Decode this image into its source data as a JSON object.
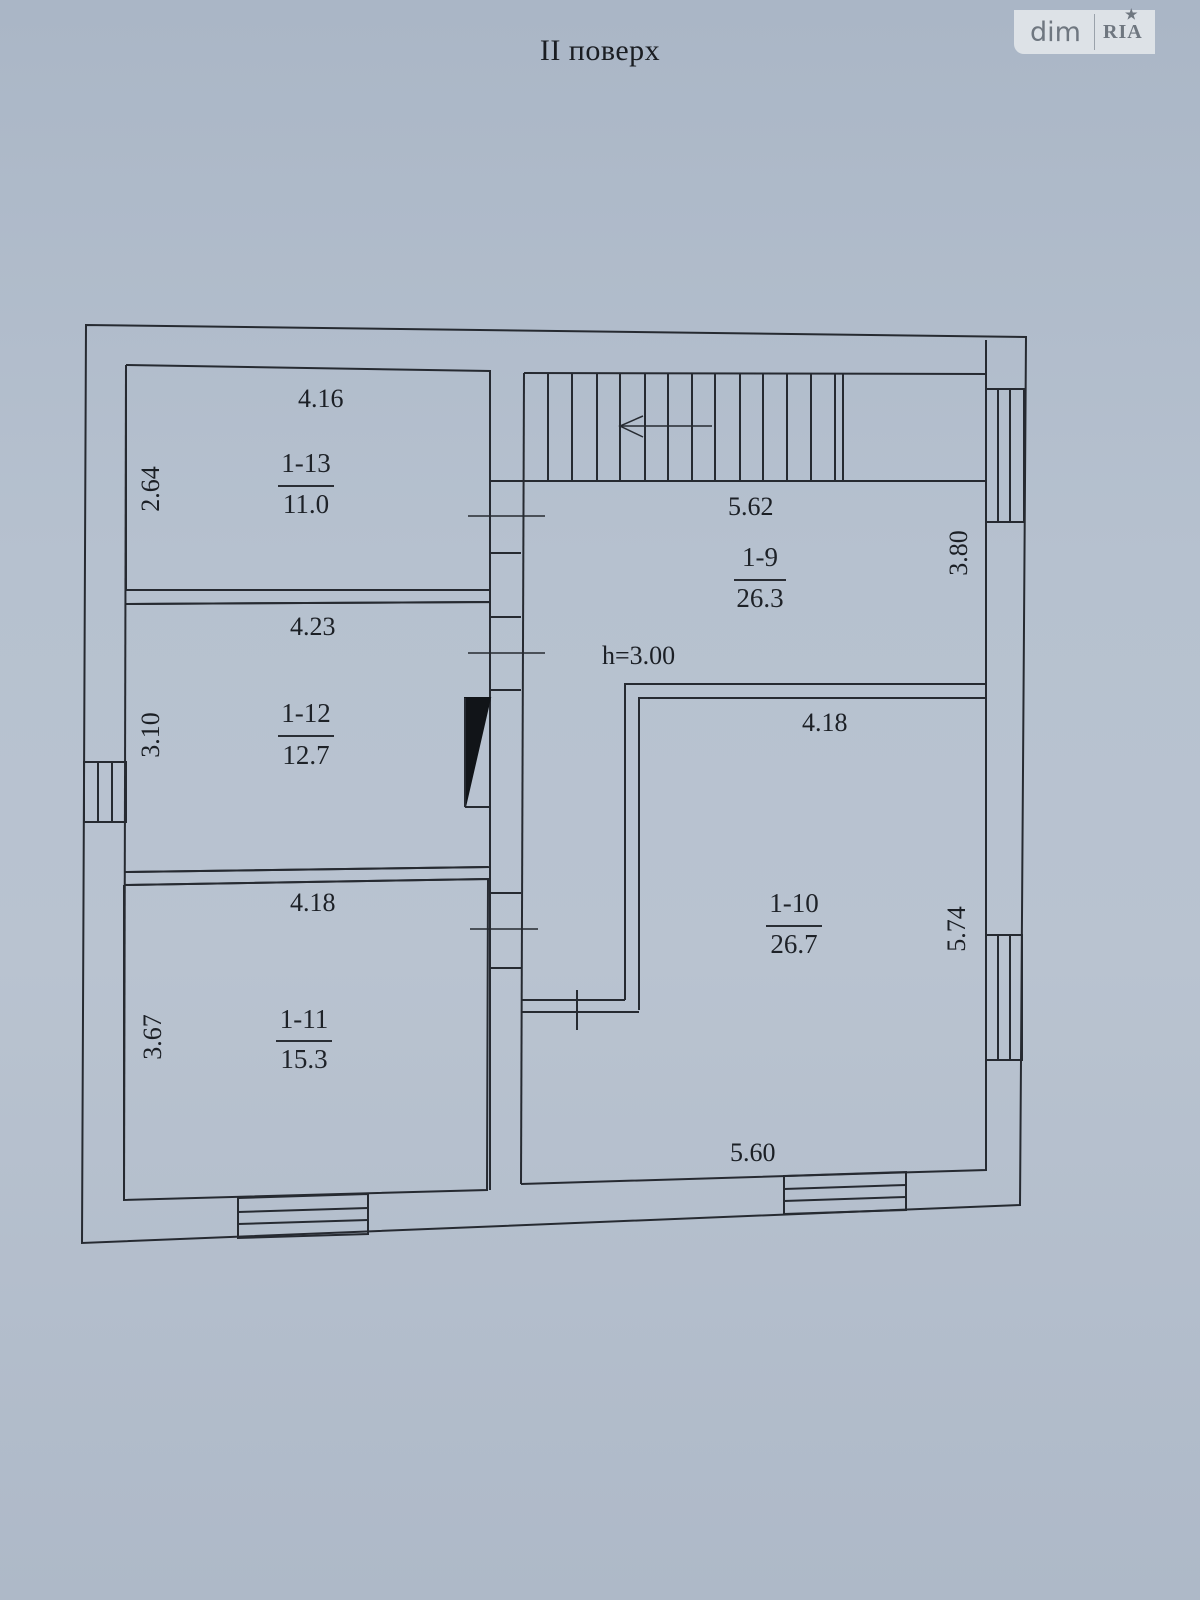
{
  "page": {
    "title": "II поверх",
    "ceiling_height": "h=3.00"
  },
  "watermark": {
    "brand_left": "dim",
    "brand_right": "RIA"
  },
  "rooms": [
    {
      "id": "1-13",
      "area": "11.0",
      "width": "4.16",
      "length": "2.64"
    },
    {
      "id": "1-12",
      "area": "12.7",
      "width": "4.23",
      "length": "3.10"
    },
    {
      "id": "1-11",
      "area": "15.3",
      "width": "4.18",
      "length": "3.67"
    },
    {
      "id": "1-9",
      "area": "26.3",
      "width": "5.62",
      "length": "3.80"
    },
    {
      "id": "1-10",
      "area": "26.7",
      "width": "4.18",
      "bottom_width": "5.60",
      "length": "5.74"
    }
  ],
  "colors": {
    "paper": "#b6c1cf",
    "ink": "#1e2228",
    "watermark_bg": "#dde2e7",
    "watermark_text": "#6f7780"
  }
}
